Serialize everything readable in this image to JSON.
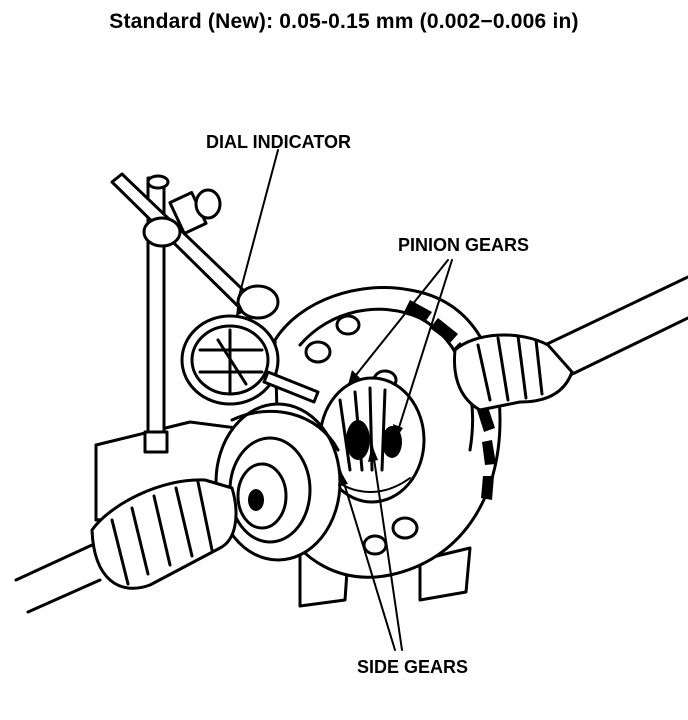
{
  "header": {
    "spec_text": "Standard (New): 0.05-0.15 mm (0.002−0.006 in)"
  },
  "labels": {
    "dial_indicator": "DIAL INDICATOR",
    "pinion_gears": "PINION GEARS",
    "side_gears": "SIDE GEARS"
  }
}
